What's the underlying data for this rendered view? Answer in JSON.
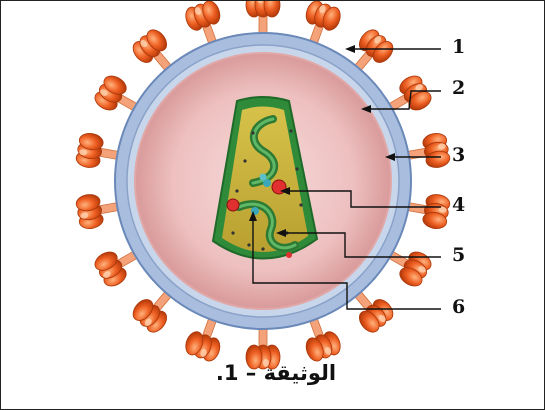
{
  "labels": [
    "1",
    "2",
    "3",
    "4",
    "5",
    "6"
  ],
  "caption": "الوثيقة – 1.",
  "colors": {
    "spike": "#e8561c",
    "spike_light": "#f6a77a",
    "envelope": "#9db3d6",
    "envelope_edge": "#5f7fb0",
    "matrix": "#f2c8c8",
    "matrix_inner": "#e9b2b2",
    "capsid": "#2f8a3a",
    "capsid_inner": "#c9b13a",
    "rna": "#2e7a34",
    "enzyme": "#e03030",
    "enzyme_teal": "#3aa8b8"
  }
}
